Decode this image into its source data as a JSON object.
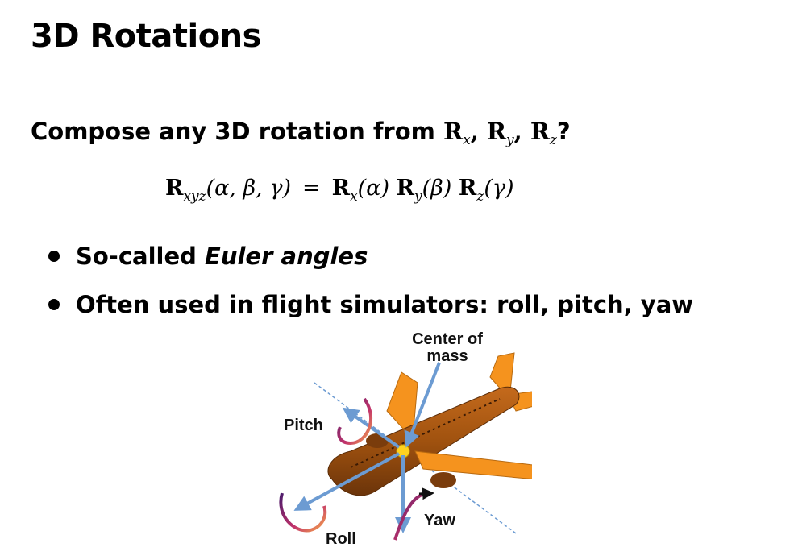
{
  "slide": {
    "title": "3D Rotations",
    "question": {
      "prefix": "Compose any 3D rotation from ",
      "r1": "R",
      "r1_sub": "x",
      "sep1": ", ",
      "r2": "R",
      "r2_sub": "y",
      "sep2": ", ",
      "r3": "R",
      "r3_sub": "z",
      "suffix": "?"
    },
    "equation": {
      "lhs_R": "R",
      "lhs_sub": "xyz",
      "lhs_args": "(α, β, γ)",
      "equals": "=",
      "t1_R": "R",
      "t1_sub": "x",
      "t1_arg": "(α)",
      "t2_R": "R",
      "t2_sub": "y",
      "t2_arg": "(β)",
      "t3_R": "R",
      "t3_sub": "z",
      "t3_arg": "(γ)"
    },
    "bullets": [
      {
        "prefix": "So-called ",
        "emphasis": "Euler angles",
        "suffix": ""
      },
      {
        "prefix": "Often used in flight simulators: roll, pitch, yaw",
        "emphasis": "",
        "suffix": ""
      }
    ],
    "figure": {
      "center_label_line1": "Center of",
      "center_label_line2": "mass",
      "pitch_label": "Pitch",
      "roll_label": "Roll",
      "yaw_label": "Yaw"
    }
  },
  "colors": {
    "fuselage": "#a0520f",
    "wing": "#f5931e",
    "arrow": "#6c9bd2",
    "center": "#ffd21f",
    "arc_dark": "#4a1a6b",
    "arc_light": "#f7a84a"
  }
}
